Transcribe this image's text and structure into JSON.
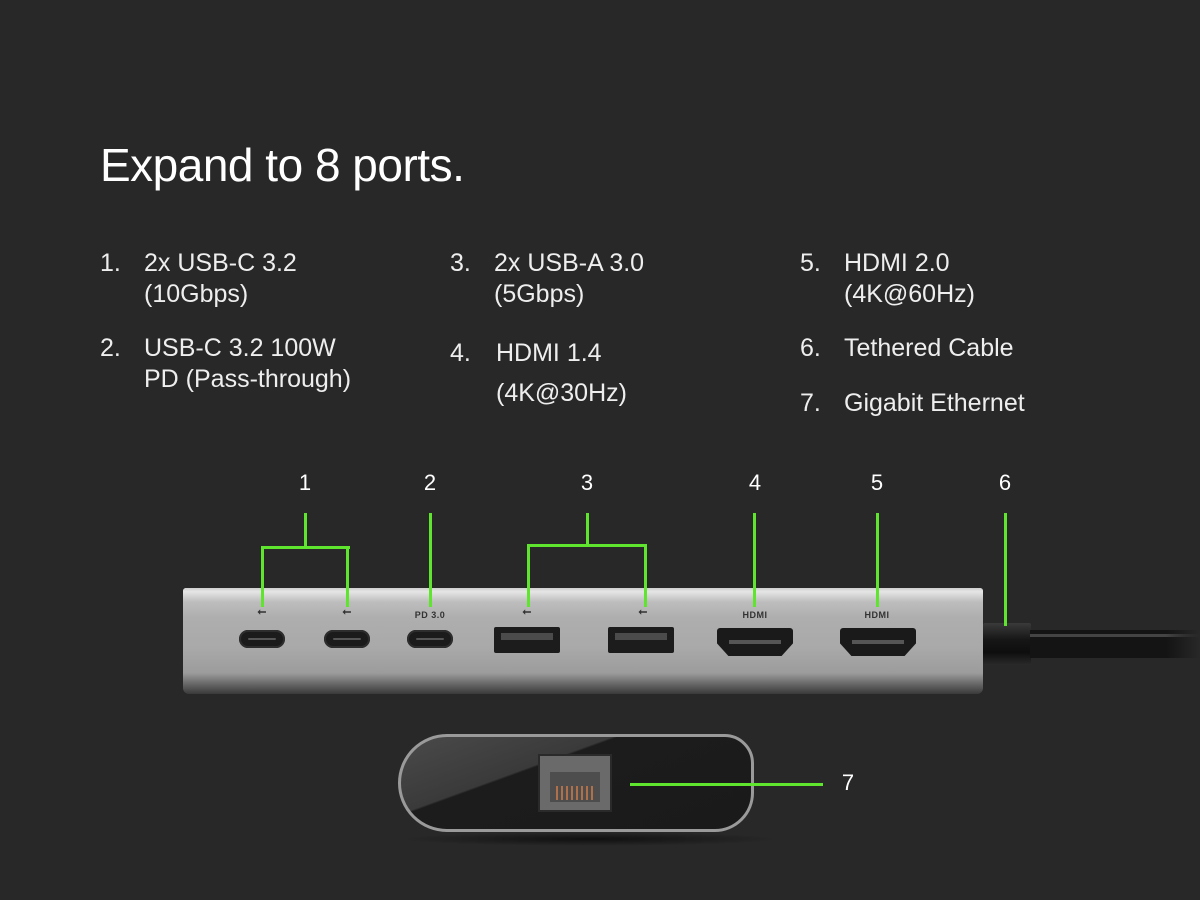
{
  "title": "Expand to 8 ports.",
  "specs": [
    {
      "num": "1.",
      "line1": "2x USB-C 3.2",
      "line2": "(10Gbps)"
    },
    {
      "num": "2.",
      "line1": "USB-C 3.2 100W",
      "line2": "PD (Pass-through)"
    },
    {
      "num": "3.",
      "line1": "2x USB-A 3.0",
      "line2": "(5Gbps)"
    },
    {
      "num": "4.",
      "line1": "HDMI 1.4",
      "line2": "(4K@30Hz)"
    },
    {
      "num": "5.",
      "line1": "HDMI 2.0",
      "line2": "(4K@60Hz)"
    },
    {
      "num": "6.",
      "line1": "Tethered Cable"
    },
    {
      "num": "7.",
      "line1": "Gigabit Ethernet"
    }
  ],
  "callouts": [
    "1",
    "2",
    "3",
    "4",
    "5",
    "6",
    "7"
  ],
  "port_labels": {
    "usb_symbol": "⭠",
    "pd": "PD 3.0",
    "hdmi": "HDMI"
  },
  "colors": {
    "background": "#282828",
    "callout_line": "#5fe52e",
    "hub_body": "#a9a9a9"
  }
}
